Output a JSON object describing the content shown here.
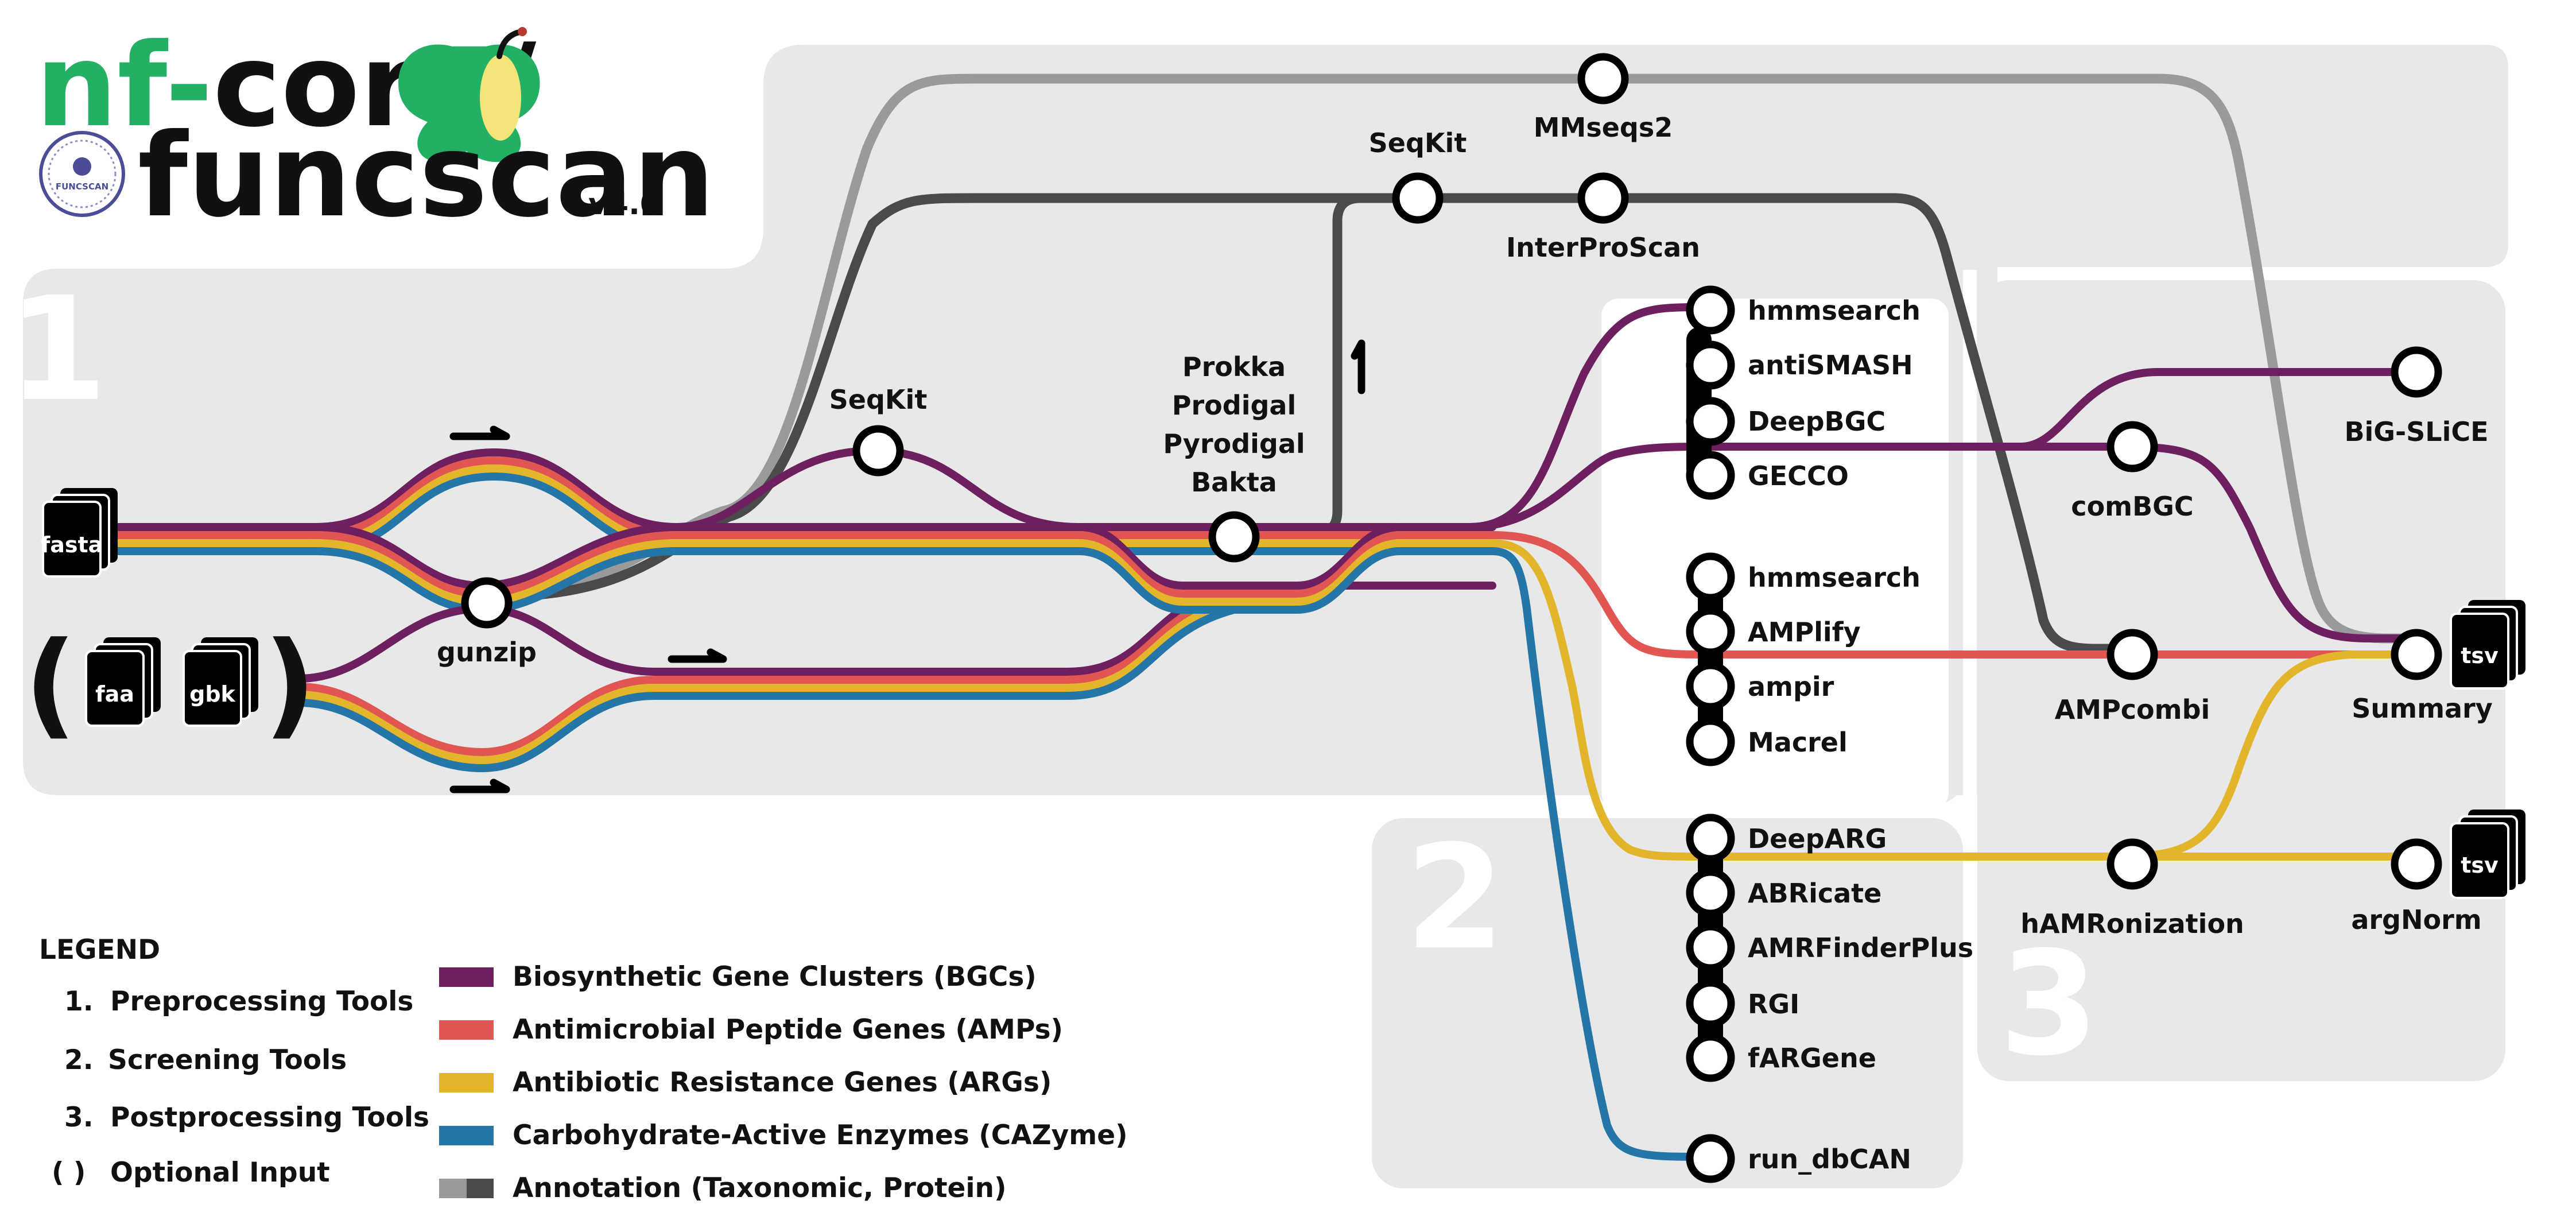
{
  "title": {
    "prefix": "nf-",
    "org": "core/",
    "name": "funcscan",
    "version": "v4.0",
    "badge_text": "FUNCSCAN"
  },
  "stages": {
    "s1": "1",
    "s2": "2",
    "s3": "3"
  },
  "inputs": {
    "fasta": "fasta",
    "faa": "faa",
    "gbk": "gbk",
    "paren_open": "(",
    "paren_close": ")"
  },
  "tools": {
    "gunzip": "gunzip",
    "seqkit_screen": "SeqKit",
    "seqkit_anno": "SeqKit",
    "mmseqs2": "MMseqs2",
    "interproscan": "InterProScan",
    "annotation_1": "Prokka",
    "annotation_2": "Prodigal",
    "annotation_3": "Pyrodigal",
    "annotation_4": "Bakta",
    "bgc_hmmsearch": "hmmsearch",
    "antismash": "antiSMASH",
    "deepbgc": "DeepBGC",
    "gecco": "GECCO",
    "amp_hmmsearch": "hmmsearch",
    "amplify": "AMPlify",
    "ampir": "ampir",
    "macrel": "Macrel",
    "deeparg": "DeepARG",
    "abricate": "ABRicate",
    "amrfinderplus": "AMRFinderPlus",
    "rgi": "RGI",
    "fargene": "fARGene",
    "run_dbcan": "run_dbCAN",
    "combgc": "comBGC",
    "ampcombi": "AMPcombi",
    "hamronization": "hAMRonization",
    "bigslice": "BiG-SLiCE",
    "summary": "Summary",
    "argnorm": "argNorm",
    "tsv_summary": "tsv",
    "tsv_argnorm": "tsv"
  },
  "legend": {
    "heading": "LEGEND",
    "steps": [
      {
        "num": "1.",
        "label": "Preprocessing Tools"
      },
      {
        "num": "2.",
        "label": "Screening Tools"
      },
      {
        "num": "3.",
        "label": "Postprocessing Tools"
      },
      {
        "num": "( )",
        "label": "Optional Input"
      }
    ],
    "categories": [
      {
        "label": "Biosynthetic Gene Clusters (BGCs)",
        "color": "#6e1f5f"
      },
      {
        "label": "Antimicrobial Peptide Genes (AMPs)",
        "color": "#e15552"
      },
      {
        "label": "Antibiotic Resistance Genes (ARGs)",
        "color": "#e3b52a"
      },
      {
        "label": "Carbohydrate-Active Enzymes (CAZyme)",
        "color": "#2475a8"
      },
      {
        "label": "Annotation (Taxonomic, Protein)",
        "color": "#9a9a9a",
        "color2": "#4a4a4a"
      }
    ]
  },
  "colors": {
    "bgc": "#6e1f5f",
    "amp": "#e15552",
    "arg": "#e3b52a",
    "cazyme": "#2475a8",
    "anno_light": "#9a9a9a",
    "anno_dark": "#4a4a4a",
    "panel": "#e8e8e8",
    "logo_green": "#24b064"
  }
}
